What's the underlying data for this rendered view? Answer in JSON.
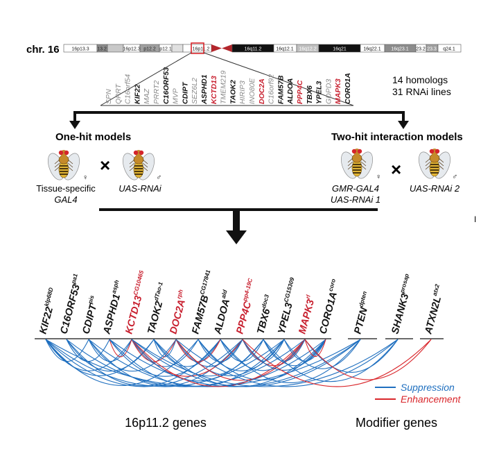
{
  "chromosome": {
    "label": "chr. 16",
    "bands_left": [
      "16p13.3",
      "13.2",
      "16p12.3",
      "p12.2",
      "p12.1",
      "16p11.2"
    ],
    "bands_right": [
      "16q11.2",
      "16q12.1",
      "16q12.2",
      "16q21",
      "16q22.1",
      "16q23.1",
      "23.2",
      "23.3",
      "q24.1"
    ]
  },
  "region_genes": [
    {
      "name": "SPN",
      "style": "gray"
    },
    {
      "name": "QPRT",
      "style": "gray"
    },
    {
      "name": "C16orf54",
      "style": "gray"
    },
    {
      "name": "KIF22",
      "style": "black"
    },
    {
      "name": "MAZ",
      "style": "gray"
    },
    {
      "name": "PRRT2",
      "style": "gray"
    },
    {
      "name": "C16ORF53",
      "style": "black"
    },
    {
      "name": "MVP",
      "style": "gray"
    },
    {
      "name": "CDIPT",
      "style": "black"
    },
    {
      "name": "SEZ6L2",
      "style": "gray"
    },
    {
      "name": "ASPHD1",
      "style": "black"
    },
    {
      "name": "KCTD13",
      "style": "red"
    },
    {
      "name": "TMEM219",
      "style": "gray"
    },
    {
      "name": "TAOK2",
      "style": "black"
    },
    {
      "name": "HIRIP3",
      "style": "gray"
    },
    {
      "name": "INO80E",
      "style": "gray"
    },
    {
      "name": "DOC2A",
      "style": "red"
    },
    {
      "name": "C16orf92",
      "style": "gray"
    },
    {
      "name": "FAM57B",
      "style": "black"
    },
    {
      "name": "ALDOA",
      "style": "black"
    },
    {
      "name": "PPP4C",
      "style": "red"
    },
    {
      "name": "TBX6",
      "style": "black"
    },
    {
      "name": "YPEL3",
      "style": "black"
    },
    {
      "name": "GDPD3",
      "style": "gray"
    },
    {
      "name": "MAPK3",
      "style": "red"
    },
    {
      "name": "CORO1A",
      "style": "black"
    }
  ],
  "summary": {
    "homologs": "14 homologs",
    "rnai": "31 RNAi lines"
  },
  "one_hit": {
    "title": "One-hit models",
    "cross": "×",
    "female_label": [
      "Tissue-specific",
      "GAL4"
    ],
    "male_label": "UAS-RNAi",
    "female_symbol": "♀",
    "male_symbol": "♂"
  },
  "two_hit": {
    "title": "Two-hit interaction models",
    "cross": "×",
    "female_label": [
      "GMR-GAL4",
      "UAS-RNAi 1"
    ],
    "male_label": "UAS-RNAi 2",
    "female_symbol": "♀",
    "male_symbol": "♂"
  },
  "stray_mark": "I",
  "tested_genes": [
    {
      "name": "KIF22",
      "sup": "klp68D",
      "color": "black"
    },
    {
      "name": "C16ORF53",
      "sup": "pa1",
      "color": "black"
    },
    {
      "name": "CDIPT",
      "sup": "pis",
      "color": "black"
    },
    {
      "name": "ASPHD1",
      "sup": "asph",
      "color": "black"
    },
    {
      "name": "KCTD13",
      "sup": "CG10465",
      "color": "red"
    },
    {
      "name": "TAOK2",
      "sup": "dTao-1",
      "color": "black"
    },
    {
      "name": "DOC2A",
      "sup": "rph",
      "color": "red"
    },
    {
      "name": "FAM57B",
      "sup": "CG17841",
      "color": "black"
    },
    {
      "name": "ALDOA",
      "sup": "ald",
      "color": "black"
    },
    {
      "name": "PPP4C",
      "sup": "pp4-19C",
      "color": "red"
    },
    {
      "name": "TBX6",
      "sup": "doc3",
      "color": "black"
    },
    {
      "name": "YPEL3",
      "sup": "CG15309",
      "color": "black"
    },
    {
      "name": "MAPK3",
      "sup": "rl",
      "color": "red"
    },
    {
      "name": "CORO1A",
      "sup": "coro",
      "color": "black"
    },
    {
      "name": "PTEN",
      "sup": "dpten",
      "color": "black"
    },
    {
      "name": "SHANK3",
      "sup": "prosap",
      "color": "black"
    },
    {
      "name": "ATXN2L",
      "sup": "atx2",
      "color": "black"
    }
  ],
  "interactions": [
    [
      0,
      2,
      "s"
    ],
    [
      0,
      4,
      "s"
    ],
    [
      0,
      5,
      "s"
    ],
    [
      0,
      7,
      "s"
    ],
    [
      0,
      9,
      "s"
    ],
    [
      0,
      11,
      "s"
    ],
    [
      0,
      14,
      "s"
    ],
    [
      1,
      3,
      "s"
    ],
    [
      1,
      5,
      "s"
    ],
    [
      1,
      8,
      "s"
    ],
    [
      1,
      12,
      "s"
    ],
    [
      2,
      4,
      "s"
    ],
    [
      2,
      6,
      "s"
    ],
    [
      2,
      9,
      "s"
    ],
    [
      2,
      13,
      "s"
    ],
    [
      3,
      4,
      "e"
    ],
    [
      3,
      8,
      "s"
    ],
    [
      3,
      11,
      "s"
    ],
    [
      3,
      14,
      "s"
    ],
    [
      4,
      6,
      "e"
    ],
    [
      4,
      7,
      "s"
    ],
    [
      4,
      9,
      "e"
    ],
    [
      4,
      10,
      "s"
    ],
    [
      4,
      12,
      "e"
    ],
    [
      4,
      14,
      "s"
    ],
    [
      4,
      15,
      "s"
    ],
    [
      5,
      6,
      "s"
    ],
    [
      5,
      8,
      "s"
    ],
    [
      5,
      10,
      "s"
    ],
    [
      5,
      13,
      "s"
    ],
    [
      6,
      8,
      "e"
    ],
    [
      6,
      9,
      "s"
    ],
    [
      6,
      11,
      "s"
    ],
    [
      6,
      12,
      "e"
    ],
    [
      6,
      15,
      "s"
    ],
    [
      7,
      9,
      "s"
    ],
    [
      7,
      11,
      "s"
    ],
    [
      7,
      13,
      "s"
    ],
    [
      8,
      10,
      "s"
    ],
    [
      8,
      12,
      "s"
    ],
    [
      8,
      14,
      "s"
    ],
    [
      9,
      11,
      "s"
    ],
    [
      9,
      12,
      "e"
    ],
    [
      9,
      13,
      "s"
    ],
    [
      9,
      16,
      "e"
    ],
    [
      10,
      12,
      "s"
    ],
    [
      10,
      13,
      "s"
    ],
    [
      10,
      15,
      "s"
    ],
    [
      11,
      13,
      "s"
    ],
    [
      11,
      14,
      "s"
    ],
    [
      12,
      13,
      "e"
    ],
    [
      12,
      15,
      "s"
    ],
    [
      12,
      16,
      "e"
    ]
  ],
  "legend": {
    "suppression": "Suppression",
    "suppression_color": "#1f6fbf",
    "enhancement": "Enhancement",
    "enhancement_color": "#d9262b"
  },
  "footer": {
    "left": "16p11.2 genes",
    "right": "Modifier genes"
  },
  "colors": {
    "red": "#c8202f",
    "gray": "#8a8a8a",
    "black": "#111111"
  }
}
